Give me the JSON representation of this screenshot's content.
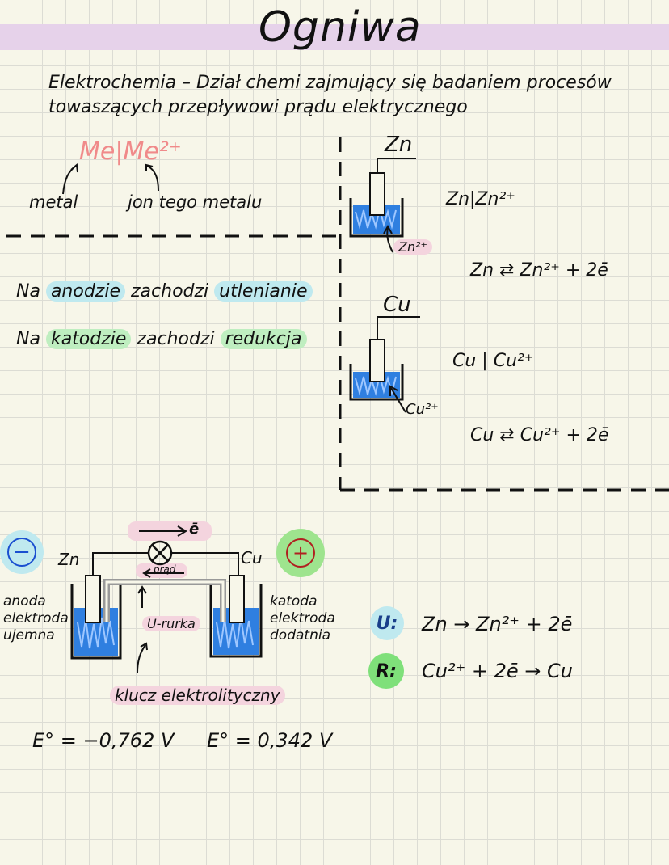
{
  "title": "Ogniwa",
  "definition": {
    "line1": "Elektrochemia – Dział chemi zajmujący się badaniem procesów",
    "line2": "towaszących przepływowi prądu elektrycznego"
  },
  "notation": {
    "me_pair": "Me|Me²⁺",
    "metal_label": "metal",
    "ion_label": "jon tego metalu"
  },
  "rules": {
    "anode_prefix": "Na",
    "anode_word": "anodzie",
    "anode_mid": "zachodzi",
    "anode_process": "utlenianie",
    "cathode_prefix": "Na",
    "cathode_word": "katodzie",
    "cathode_mid": "zachodzi",
    "cathode_process": "redukcja"
  },
  "zn_electrode": {
    "label": "Zn",
    "ion": "Zn²⁺",
    "notation": "Zn|Zn²⁺",
    "equation": "Zn ⇄ Zn²⁺ + 2ē"
  },
  "cu_electrode": {
    "label": "Cu",
    "ion": "Cu²⁺",
    "notation": "Cu | Cu²⁺",
    "equation": "Cu ⇄ Cu²⁺ + 2ē"
  },
  "cell": {
    "electron_flow": "ē",
    "current_label": "prąd",
    "minus_sign": "−",
    "plus_sign": "+",
    "left_metal": "Zn",
    "right_metal": "Cu",
    "anode_lines": [
      "anoda",
      "elektroda",
      "ujemna"
    ],
    "cathode_lines": [
      "katoda",
      "elektroda",
      "dodatnia"
    ],
    "u_tube": "U-rurka",
    "salt_bridge": "klucz elektrolityczny",
    "e_zn": "E° = −0,762 V",
    "e_cu": "E° = 0,342 V"
  },
  "reactions": {
    "ox_tag": "U:",
    "ox_eq": "Zn → Zn²⁺ + 2ē",
    "red_tag": "R:",
    "red_eq": "Cu²⁺ + 2ē → Cu"
  },
  "colors": {
    "title_band": "#e6d2ea",
    "cyan_highlight": "#bfe9ef",
    "green_highlight": "#bfeec0",
    "pink_highlight": "#f4d4de",
    "solution_blue": "#2f7fe0",
    "pink_text": "#f08a8a"
  }
}
